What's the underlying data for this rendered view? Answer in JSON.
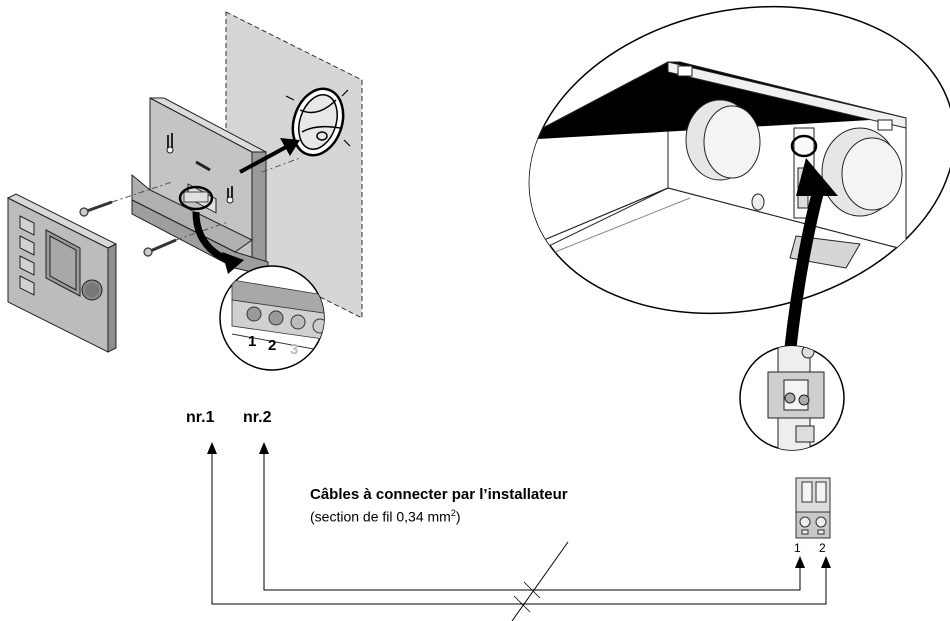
{
  "labels": {
    "nr1": "nr.1",
    "nr2": "nr.2",
    "cables_title": "Câbles à connecter par l’installateur",
    "cables_sub_prefix": "(section de fil 0,34 mm",
    "cables_sub_sup": "2",
    "cables_sub_suffix": ")"
  },
  "detail_terminals": [
    "1",
    "2",
    "3"
  ],
  "connector_terminals": [
    "1",
    "2"
  ],
  "colors": {
    "line": "#000000",
    "panel_gray": "#bdbdbd",
    "panel_dark": "#9a9a9a",
    "wall_gray": "#cfcfcf",
    "arrow": "#111111"
  }
}
